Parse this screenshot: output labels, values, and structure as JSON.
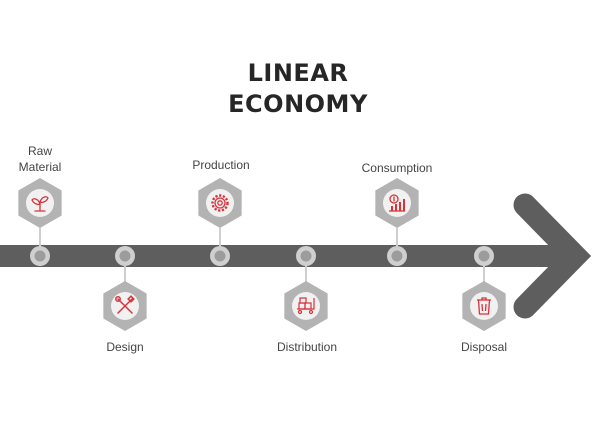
{
  "title": {
    "line1": "LINEAR",
    "line2": "ECONOMY"
  },
  "colors": {
    "arrow": "#5e5e5e",
    "hexagon": "#b3b3b3",
    "icon_disc": "#f1f1f1",
    "icon_stroke": "#d8333a",
    "node_outer": "#cfcfcf",
    "node_inner": "#9c9c9c"
  },
  "stages": [
    {
      "label_line1": "Raw",
      "label_line2": "Material",
      "icon": "sprout-icon"
    },
    {
      "label_line1": "Design",
      "label_line2": "",
      "icon": "tools-icon"
    },
    {
      "label_line1": "Production",
      "label_line2": "",
      "icon": "gear-icon"
    },
    {
      "label_line1": "Distribution",
      "label_line2": "",
      "icon": "boxes-cart-icon"
    },
    {
      "label_line1": "Consumption",
      "label_line2": "",
      "icon": "money-chart-icon"
    },
    {
      "label_line1": "Disposal",
      "label_line2": "",
      "icon": "trash-icon"
    }
  ]
}
